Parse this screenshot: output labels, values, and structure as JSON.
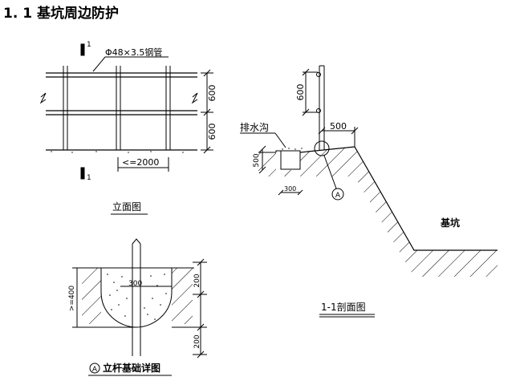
{
  "page": {
    "heading": "1. 1 基坑周边防护"
  },
  "elevation": {
    "section_mark_top": "1",
    "section_mark_bottom": "1",
    "pipe_label": "Φ48×3.5钢管",
    "dim_upper": "600",
    "dim_lower": "600",
    "spacing_label": "<=2000",
    "caption": "立面图"
  },
  "footing_detail": {
    "dim_width": "300",
    "dim_depth": ">=400",
    "dim_upper": "200",
    "dim_lower": "200",
    "callout_letter": "A",
    "caption": "立杆基础详图"
  },
  "section": {
    "dim_rail": "600",
    "drain_label": "排水沟",
    "offset_label": "500",
    "drain_depth": "500",
    "drain_width": "300",
    "callout_letter": "A",
    "pit_label": "基坑",
    "caption": "1-1剖面图"
  },
  "colors": {
    "ink": "#000000",
    "background": "#ffffff"
  }
}
